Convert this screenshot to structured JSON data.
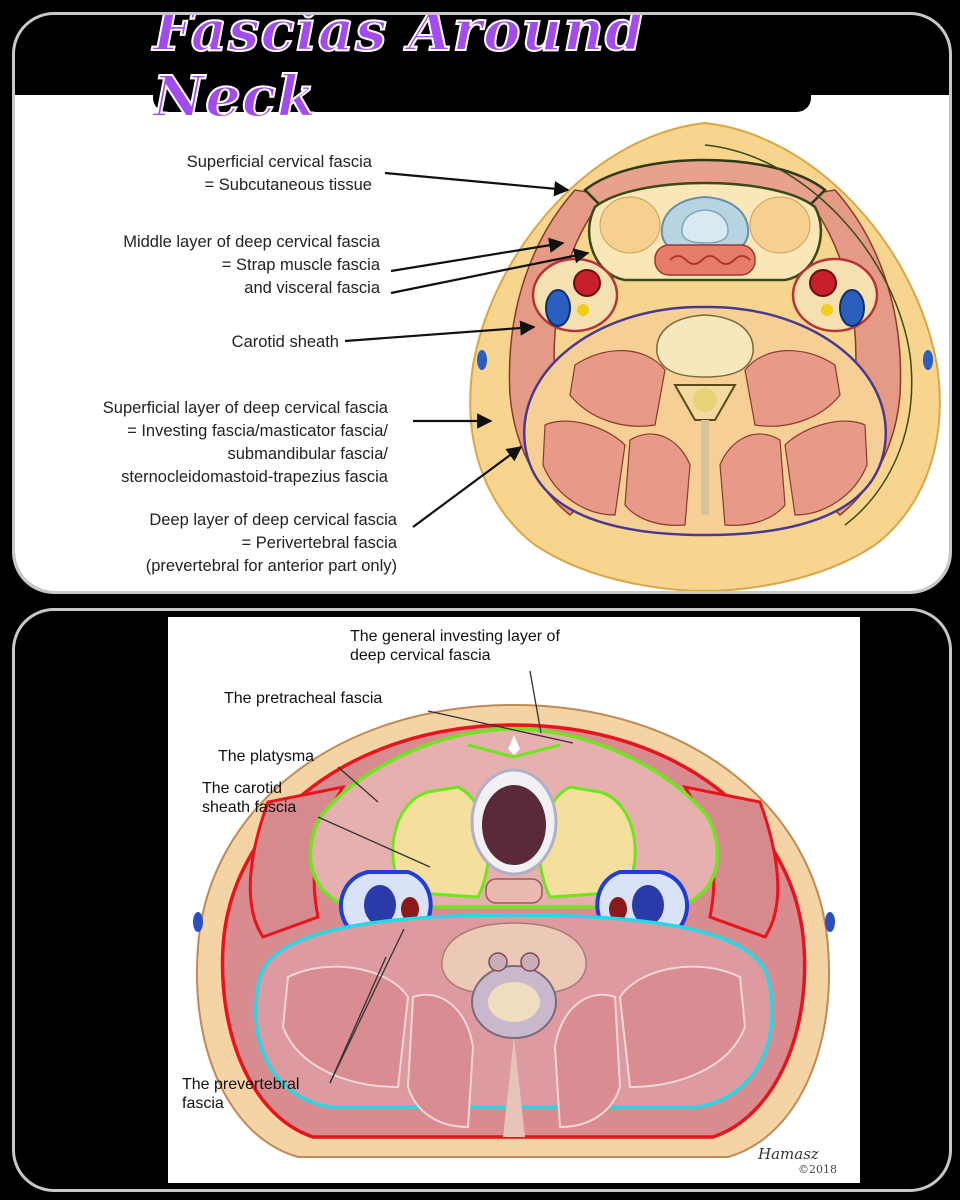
{
  "title": "Fascias Around Neck",
  "top_labels": {
    "superficial_cervical_1": "Superficial cervical fascia",
    "superficial_cervical_2": "= Subcutaneous tissue",
    "middle_layer_1": "Middle layer of deep cervical fascia",
    "middle_layer_2": "= Strap muscle fascia",
    "middle_layer_3": "and visceral fascia",
    "carotid_sheath": "Carotid sheath",
    "superficial_layer_1": "Superficial layer of deep cervical fascia",
    "superficial_layer_2": "= Investing fascia/masticator fascia/",
    "superficial_layer_3": "submandibular fascia/",
    "superficial_layer_4": "sternocleidomastoid-trapezius fascia",
    "deep_layer_1": "Deep layer of deep cervical fascia",
    "deep_layer_2": "= Perivertebral fascia",
    "deep_layer_3": "(prevertebral for anterior part only)"
  },
  "bottom_labels": {
    "general_investing_1": "The general investing layer of",
    "general_investing_2": "deep cervical fascia",
    "pretracheal": "The pretracheal fascia",
    "platysma": "The platysma",
    "carotid_sheath_1": "The carotid",
    "carotid_sheath_2": "sheath fascia",
    "prevertebral_1": "The prevertebral",
    "prevertebral_2": "fascia"
  },
  "signature": "Hamasz",
  "signature_year": "©2018",
  "colors": {
    "title": "#a24cf0",
    "fascia_red": "#e8141b",
    "fascia_green": "#6ee61e",
    "fascia_cyan": "#27d7e6",
    "fascia_blue": "#1f3fd0",
    "fascia_purple": "#4a3a8e"
  }
}
